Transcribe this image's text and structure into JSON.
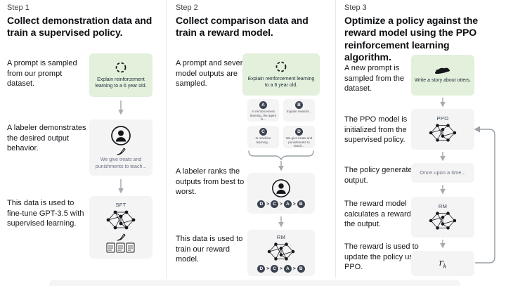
{
  "colors": {
    "green": "#e3f0dc",
    "boxgray": "#f4f4f5",
    "circle": "#3d4451",
    "arrow": "#a7abb1",
    "divider": "#e8e8e8"
  },
  "steps": [
    {
      "label": "Step 1",
      "title": "Collect demonstration data and train a supervised policy.",
      "texts": [
        "A prompt is sampled from our prompt dataset.",
        "A labeler demonstrates the desired output behavior.",
        "This data is used to fine-tune GPT-3.5 with supervised learning."
      ],
      "prompt_text": "Explain reinforcement learning to a 6 year old.",
      "labeler_caption": "We give treats and punishments to teach...",
      "model_label": "SFT"
    },
    {
      "label": "Step 2",
      "title": "Collect comparison data and train a reward model.",
      "texts": [
        "A prompt and several model outputs are sampled.",
        "A labeler ranks the outputs from best to worst.",
        "This data is used to train our reward model."
      ],
      "prompt_text": "Explain reinforcement learning to a 6 year old.",
      "outputs": [
        {
          "letter": "A",
          "text": "In reinforcement learning, the agent is..."
        },
        {
          "letter": "B",
          "text": "Explain rewards..."
        },
        {
          "letter": "C",
          "text": "In machine learning..."
        },
        {
          "letter": "D",
          "text": "We give treats and punishments to teach..."
        }
      ],
      "ranking": [
        "D",
        "C",
        "A",
        "B"
      ],
      "rank_sep": ">",
      "model_label": "RM"
    },
    {
      "label": "Step 3",
      "title": "Optimize a policy against the reward model using the PPO reinforcement learning algorithm.",
      "texts": [
        "A new prompt is sampled from the dataset.",
        "The PPO model is initialized from the supervised policy.",
        "The policy generates an output.",
        "The reward model calculates a reward for the output.",
        "The reward is used to update the policy using PPO."
      ],
      "prompt_text": "Write a story about otters.",
      "ppo_label": "PPO",
      "output_text": "Once upon a time...",
      "rm_label": "RM",
      "reward_base": "r",
      "reward_sub": "k"
    }
  ]
}
